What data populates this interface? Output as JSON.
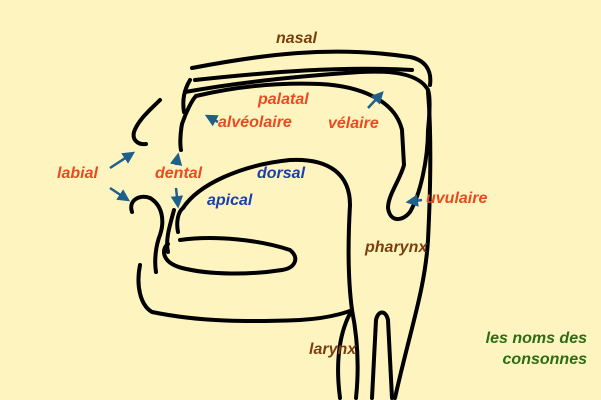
{
  "colors": {
    "background": "#fef4c0",
    "place_red": "#ea4a1f",
    "region_brown": "#7b3f0e",
    "tongue_blue": "#1b3fb0",
    "title_green": "#2c6d14",
    "arrow_blue": "#1e5f8c",
    "outline": "#000000"
  },
  "labels": {
    "nasal": "nasal",
    "palatal": "palatal",
    "alveolaire": "alvéolaire",
    "velaire": "vélaire",
    "labial": "labial",
    "dental": "dental",
    "dorsal": "dorsal",
    "apical": "apical",
    "uvulaire": "uvulaire",
    "pharynx": "pharynx",
    "larynx": "larynx"
  },
  "title": {
    "line1": "les noms des",
    "line2": "consonnes"
  }
}
